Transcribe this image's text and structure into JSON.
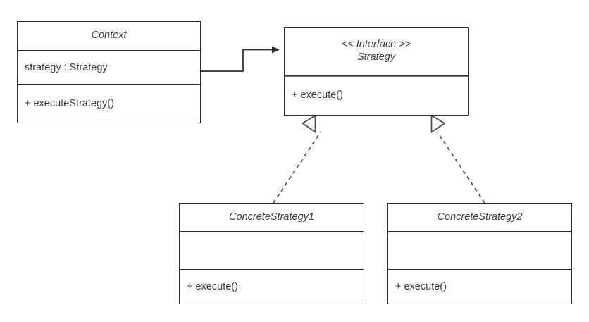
{
  "diagram": {
    "kind": "uml-class-diagram",
    "pattern_title": "Strategy",
    "stroke_color": "#2b2b2b",
    "text_color": "#3a3a3a",
    "background_color": "#ffffff"
  },
  "classes": {
    "context": {
      "name": "Context",
      "attribute": "strategy : Strategy",
      "operation": "+ executeStrategy()"
    },
    "strategy": {
      "stereotype": "<< Interface >>",
      "name": "Strategy",
      "title_block": "<< Interface >>\nStrategy",
      "attributes": "",
      "operation": "+ execute()"
    },
    "concrete1": {
      "name": "ConcreteStrategy1",
      "attributes": "",
      "operation": "+ execute()"
    },
    "concrete2": {
      "name": "ConcreteStrategy2",
      "attributes": "",
      "operation": "+ execute()"
    }
  },
  "relationships": [
    {
      "id": "association",
      "type": "association",
      "from": "Context",
      "to": "Strategy",
      "line_style": "solid",
      "arrowhead": "filled-arrow"
    },
    {
      "id": "realization-1",
      "type": "realization",
      "from": "ConcreteStrategy1",
      "to": "Strategy",
      "line_style": "dashed",
      "arrowhead": "hollow-triangle"
    },
    {
      "id": "realization-2",
      "type": "realization",
      "from": "ConcreteStrategy2",
      "to": "Strategy",
      "line_style": "dashed",
      "arrowhead": "hollow-triangle"
    }
  ]
}
